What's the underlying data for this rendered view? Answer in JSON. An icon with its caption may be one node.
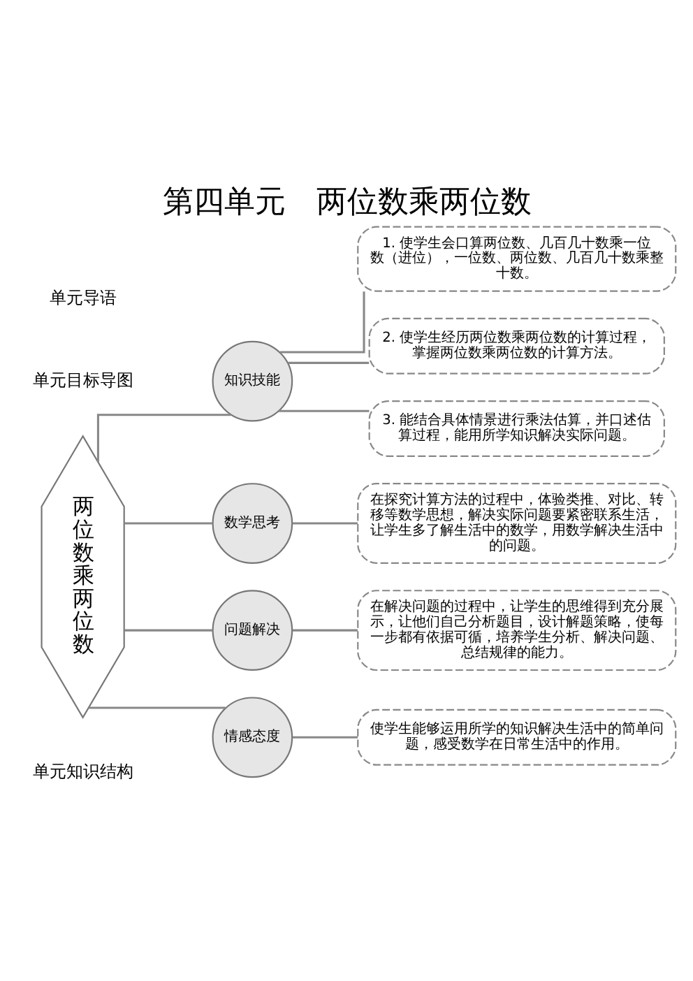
{
  "diagram": {
    "title": "第四单元　两位数乘两位数",
    "nodes": [
      {
        "text": [
          "两位数乘两位数"
        ]
      },
      {
        "text": [
          "知识技能"
        ]
      },
      {
        "text": [
          "1. 使学生会口算两位数、几百几十数乘一位数（进位），一位数、两位数、几百几十数乘整十数。"
        ]
      },
      {
        "text": [
          "2. 使学生经历两位数乘两位数的计算过程，掌握两位数乘两位数的计算方法。"
        ]
      },
      {
        "text": [
          "3. 能结合具体情景进行乘法估算，并口述估算过程，能用所学知识解决实际问题。"
        ]
      },
      {
        "text": [
          "数学思考"
        ]
      },
      {
        "text": [
          "在探究计算方法的过程中，体验类推、对比、转移等数学思想，解决实际问题要紧密联系生活，让学生多了解生活中的数学，用数学解决生活中的问题。"
        ]
      },
      {
        "text": [
          "问题解决"
        ]
      },
      {
        "text": [
          "在解决问题的过程中，让学生的思维得到充分展示，让他们自己分析题目，设计解题策略，使每一步都有依据可循，培养学生分析、解决问题、总结规律的能力。"
        ]
      },
      {
        "text": [
          "情感态度"
        ]
      },
      {
        "text": [
          "使学生能够运用所学的知识解决生活中的简单问题，感受数学在日常生活中的作用。"
        ]
      }
    ],
    "edges": [
      {
        "from": 0,
        "to": 1,
        "arrow": "none"
      },
      {
        "from": 0,
        "to": 5,
        "arrow": "none"
      },
      {
        "from": 0,
        "to": 7,
        "arrow": "none"
      },
      {
        "from": 0,
        "to": 9,
        "arrow": "none"
      },
      {
        "from": 1,
        "to": 2,
        "arrow": "none"
      },
      {
        "from": 1,
        "to": 3,
        "arrow": "none"
      },
      {
        "from": 1,
        "to": 4,
        "arrow": "none"
      },
      {
        "from": 5,
        "to": 6,
        "arrow": "none"
      },
      {
        "from": 7,
        "to": 8,
        "arrow": "none"
      },
      {
        "from": 9,
        "to": 10,
        "arrow": "none"
      }
    ],
    "labels": [
      "单元导语",
      "单元目标导图",
      "单元知识结构"
    ]
  }
}
